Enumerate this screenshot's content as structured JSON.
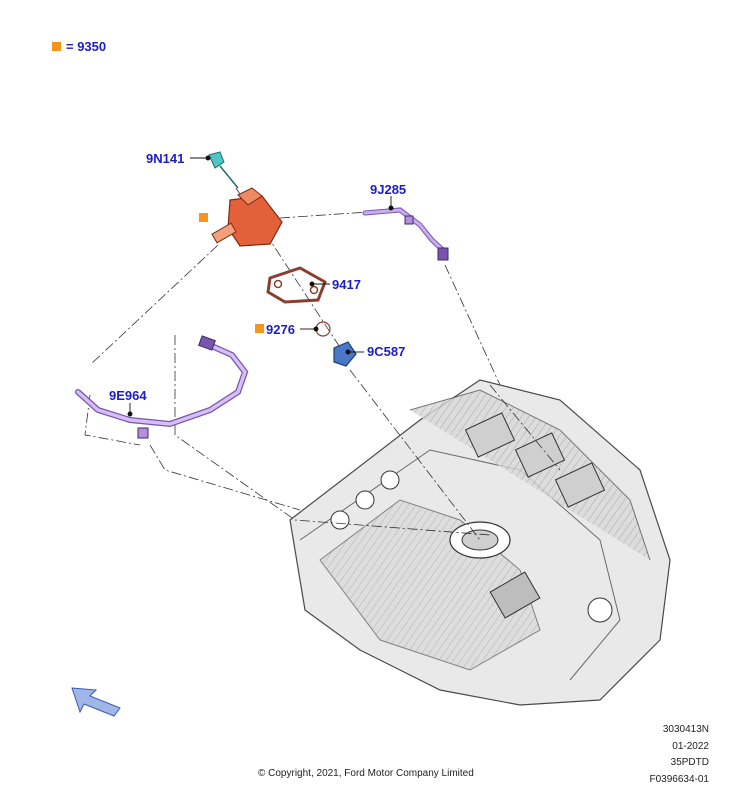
{
  "legend": {
    "marker_color": "#f7941d",
    "text": "= 9350"
  },
  "callouts": {
    "c1": "9N141",
    "c2": "9J285",
    "c3": "9417",
    "c4": "9276",
    "c5": "9C587",
    "c6": "9E964"
  },
  "footer": {
    "line1": "3030413N",
    "line2": "01-2022",
    "line3": "35PDTD",
    "line4": "F0396634-01",
    "copyright": "© Copyright, 2021, Ford Motor Company Limited"
  },
  "colors": {
    "label": "#1c1cc8",
    "orange_part": "#e4603a",
    "purple_part": "#b48ee0",
    "gasket": "#c0786a",
    "blue_part": "#4a78c8",
    "teal_part": "#4fc6c6",
    "arrow": "#9fb6e8"
  }
}
